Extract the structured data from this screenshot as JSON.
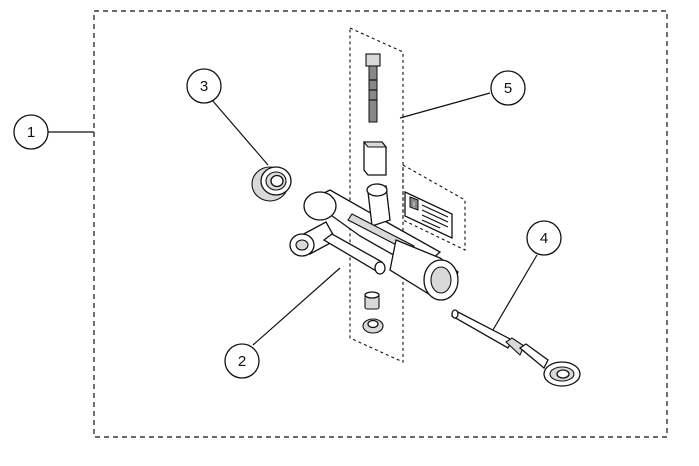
{
  "diagram": {
    "callouts": [
      {
        "id": "1",
        "label": "1"
      },
      {
        "id": "2",
        "label": "2"
      },
      {
        "id": "3",
        "label": "3"
      },
      {
        "id": "4",
        "label": "4"
      },
      {
        "id": "5",
        "label": "5"
      }
    ],
    "warning_label_symbol": "!",
    "colors": {
      "line": "#111111",
      "shade": "#d9d9d9",
      "background": "#ffffff"
    }
  }
}
